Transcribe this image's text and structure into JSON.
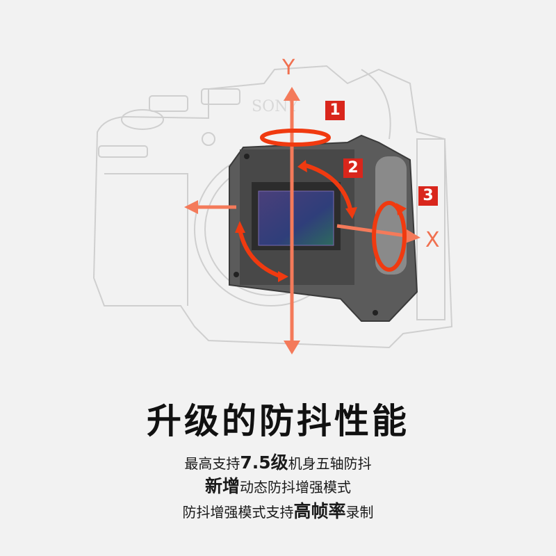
{
  "illustration": {
    "subject": "camera-body-ibis-sensor-diagram",
    "axes": {
      "y_label": "Y",
      "x_label": "X"
    },
    "badges": [
      "1",
      "2",
      "3"
    ],
    "colors": {
      "arrow": "#f47a5a",
      "rotation_arrow": "#f03a10",
      "badge_bg": "#d9261c",
      "background": "#f2f2f2"
    }
  },
  "heading": {
    "title": "升级的防抖性能"
  },
  "features": [
    {
      "pre": "最高支持",
      "bold": "7.5级",
      "post": "机身五轴防抖"
    },
    {
      "pre": "",
      "bold": "新增",
      "post": "动态防抖增强模式"
    },
    {
      "pre": "防抖增强模式支持",
      "bold": "高帧率",
      "post": "录制"
    }
  ]
}
